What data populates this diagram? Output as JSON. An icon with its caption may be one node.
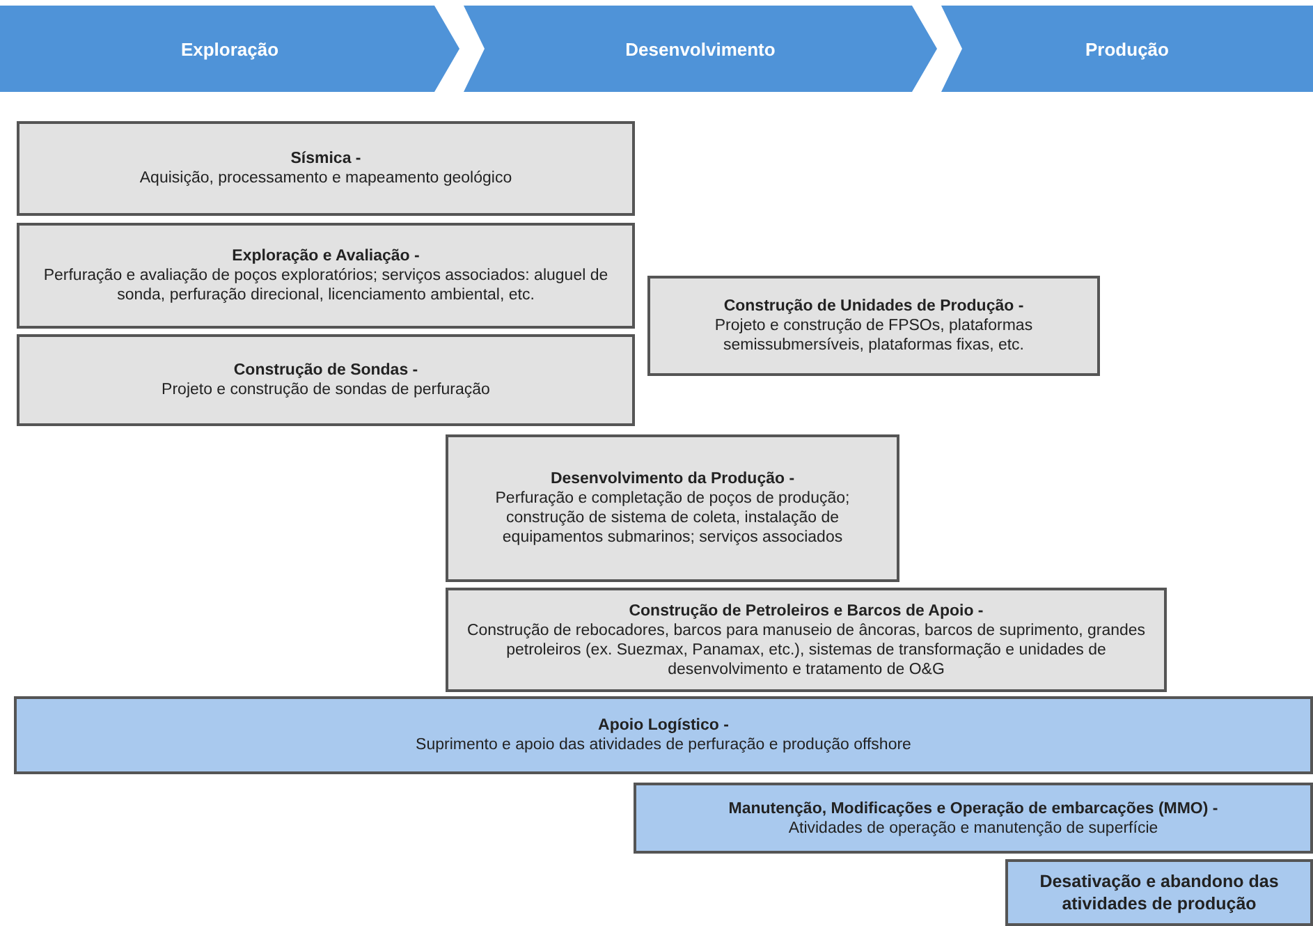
{
  "diagram": {
    "nodes": [
      {
        "text": [
          "Exploração"
        ]
      },
      {
        "text": [
          "Desenvolvimento"
        ]
      },
      {
        "text": [
          "Produção"
        ]
      },
      {
        "text": [
          "Sísmica -",
          "Aquisição, processamento e mapeamento geológico"
        ]
      },
      {
        "text": [
          "Exploração e Avaliação -",
          "Perfuração e avaliação de poços exploratórios; serviços associados: aluguel de sonda, perfuração direcional, licenciamento ambiental, etc."
        ]
      },
      {
        "text": [
          "Construção de Unidades de Produção -",
          "Projeto e construção de FPSOs, plataformas semissubmersíveis, plataformas fixas, etc."
        ]
      },
      {
        "text": [
          "Construção de Sondas -",
          "Projeto e construção de sondas de perfuração"
        ]
      },
      {
        "text": [
          "Desenvolvimento da Produção -",
          "Perfuração e completação de poços de produção; construção de sistema de coleta, instalação de equipamentos submarinos; serviços associados"
        ]
      },
      {
        "text": [
          "Construção de Petroleiros e Barcos de Apoio -",
          "Construção de rebocadores, barcos para manuseio de âncoras, barcos de suprimento, grandes petroleiros (ex. Suezmax, Panamax, etc.), sistemas de transformação e unidades de desenvolvimento e tratamento de O&G"
        ]
      },
      {
        "text": [
          "Apoio Logístico -",
          "Suprimento e apoio das atividades de perfuração e produção offshore"
        ]
      },
      {
        "text": [
          "Manutenção, Modificações e Operação de embarcações (MMO) -",
          "Atividades de operação e manutenção de superfície"
        ]
      },
      {
        "text": [
          "Desativação e abandono das atividades de produção"
        ]
      }
    ],
    "edges": []
  }
}
